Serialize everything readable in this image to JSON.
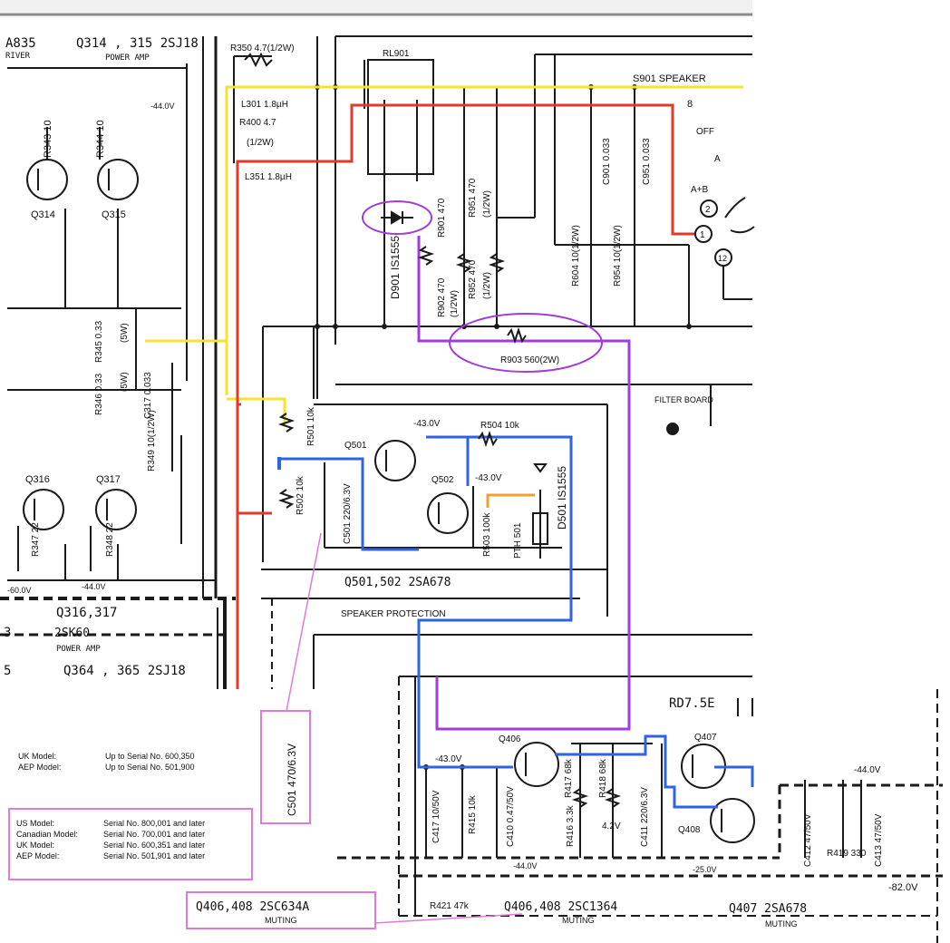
{
  "colors": {
    "line": "#1a1a1a",
    "yellow": "#f3e330",
    "red": "#e03a2a",
    "blue": "#2f63e0",
    "purple": "#a23cd8",
    "orange": "#eea030",
    "pink": "#e07ad8"
  },
  "headers": {
    "top_left": "A835",
    "top_left_sub": "RIVER",
    "q314_title": "Q314 , 315  2SJ18",
    "q314_sub": "POWER  AMP",
    "q316_title": "Q316,317",
    "q316_part": "2SK60",
    "q316_sub": "POWER  AMP",
    "q364_title": "Q364 , 365  2SJ18",
    "side_3": "3",
    "side_5": "5",
    "q501_footer": "Q501,502  2SA678",
    "speaker_protection": "SPEAKER PROTECTION",
    "rd_title": "RD7.5E",
    "filter_board": "FILTER BOARD"
  },
  "components": {
    "r350": "R350 4.7(1/2W)",
    "l301": "L301 1.8µH",
    "r400": "R400 4.7",
    "r400_w": "(1/2W)",
    "l351": "L351 1.8µH",
    "rl901": "RL901",
    "s901": "S901  SPEAKER",
    "r343": "R343 10",
    "r344": "R344 10",
    "q314": "Q314",
    "q315": "Q315",
    "r951": "R951 470",
    "r951_w": "(1/2W)",
    "r901": "R901 470",
    "c901": "C901 0.033",
    "c951": "C951 0.033",
    "d901": "D901 IS1555",
    "r902": "R902 470",
    "r902_w": "(1/2W)",
    "r952": "R952 470",
    "r952_w": "(1/2W)",
    "r604": "R604 10(1/2W)",
    "r954": "R954 10(1/2W)",
    "r903": "R903 560(2W)",
    "r345": "R345 0.33",
    "r345_w": "(5W)",
    "r346": "R346 0.33",
    "r346_w": "(5W)",
    "c317": "C317 0.033",
    "r349": "R349 10(1/2W)",
    "r501": "R501 10k",
    "q501": "Q501",
    "q502": "Q502",
    "v43a": "-43.0V",
    "r504": "R504 10k",
    "v43b": "-43.0V",
    "d501": "D501 IS1555",
    "r502": "R502 10k",
    "c501": "C501 220/6.3V",
    "r503": "R503 100k",
    "pth501": "PTH 501",
    "q316": "Q316",
    "q317": "Q317",
    "r347": "R347 22",
    "r348": "R348 22",
    "v60": "-60.0V",
    "v44a": "-44.0V",
    "v44top": "-44.0V",
    "q406": "Q406",
    "q407": "Q407",
    "q408": "Q408",
    "v43c": "-43.0V",
    "v44b": "-44.0V",
    "c417": "C417 10/50V",
    "r415": "R415 10k",
    "c410": "C410 0.47/50V",
    "r417": "R417 68k",
    "r418": "R418 68k",
    "r416": "R416 3.3k",
    "c411": "C411 220/6.3V",
    "v42": "4.2V",
    "c412": "C412 47/50V",
    "r419": "R419 330",
    "c413": "C413 47/50V",
    "v82": "-82.0V",
    "v44c": "-44.0V",
    "v25": "-25.0V",
    "r421": "R421 47k",
    "sw_8": "8",
    "sw_off": "OFF",
    "sw_a": "A",
    "sw_ab": "A+B",
    "t2": "2",
    "t1": "1",
    "t12": "12"
  },
  "footers": {
    "q406_408_mid": "Q406,408  2SC1364",
    "muting_mid": "MUTING",
    "q407": "Q407  2SA678",
    "muting_right": "MUTING"
  },
  "annotations": {
    "c501_new": "C501 470/6.3V",
    "old_models": [
      {
        "model": "UK Model:",
        "serial": "Up to Serial No. 600,350"
      },
      {
        "model": "AEP Model:",
        "serial": "Up to Serial No. 501,900"
      }
    ],
    "new_models": [
      {
        "model": "US Model:",
        "serial": "Serial No. 800,001 and later"
      },
      {
        "model": "Canadian Model:",
        "serial": "Serial No. 700,001 and later"
      },
      {
        "model": "UK Model:",
        "serial": "Serial No. 600,351 and later"
      },
      {
        "model": "AEP Model:",
        "serial": "Serial No. 501,901 and later"
      }
    ],
    "q406_new": "Q406,408  2SC634A",
    "muting_new": "MUTING"
  }
}
